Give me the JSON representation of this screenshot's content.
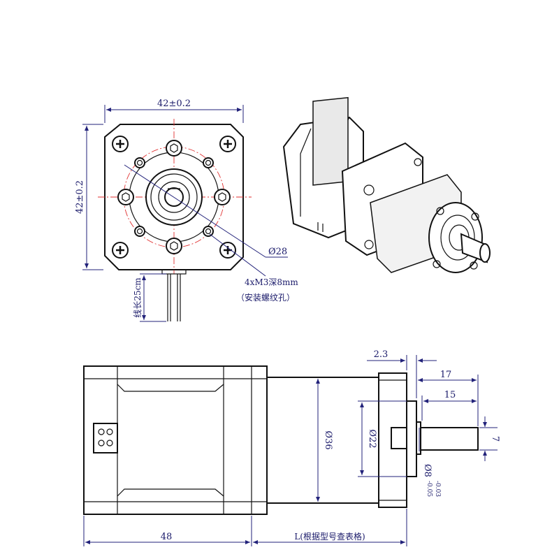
{
  "front_view": {
    "width_dim": "42±0.2",
    "height_dim": "42±0.2",
    "diameter_dim": "Ø28",
    "thread_note": "4xM3深8mm",
    "thread_note_sub": "（安装螺纹孔）",
    "lead_length": "线长25cm"
  },
  "side_view": {
    "motor_length": "48",
    "gearbox_length": "L(根据型号查表格)",
    "flange_thickness": "2.3",
    "shaft_total": "17",
    "shaft_length": "15",
    "body_diameter": "Ø36",
    "boss_diameter": "Ø22",
    "shaft_flat": "7",
    "shaft_diameter": "Ø8",
    "shaft_tol_upper": "-0.03",
    "shaft_tol_lower": "-0.05"
  },
  "colors": {
    "dimension": "#1a1a6a",
    "centerline": "#e03030",
    "outline": "#111111"
  }
}
